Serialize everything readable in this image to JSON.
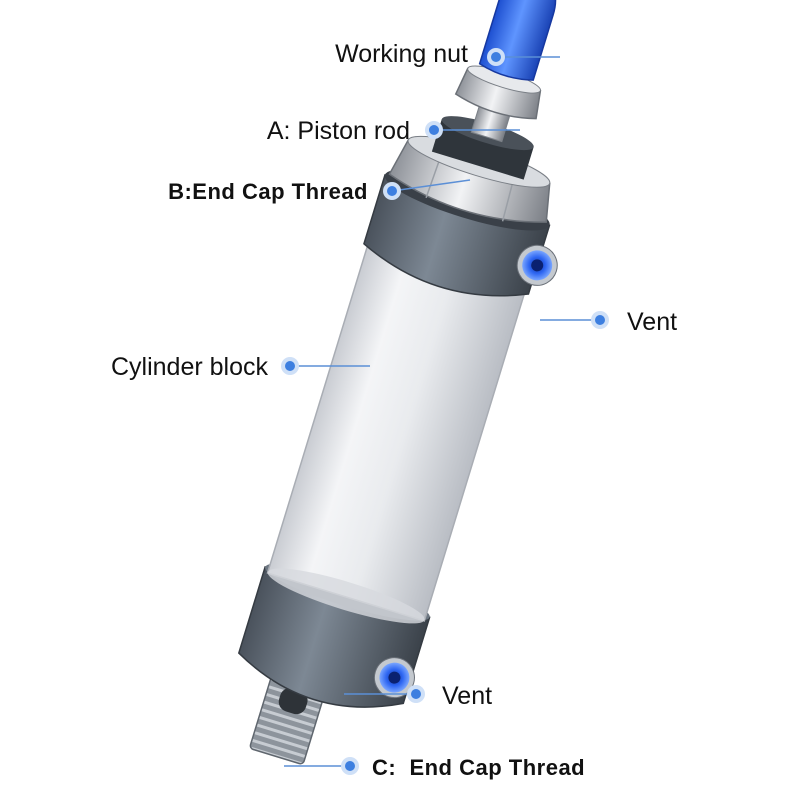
{
  "colors": {
    "accent": "#3d7fe0",
    "leader": "#5b8fd6",
    "cap_blue": "#2f6df0",
    "body_silver": "#e4e6ea",
    "end_cap_dark": "#5a6470",
    "text": "#111111"
  },
  "callouts": [
    {
      "id": "working-nut",
      "label": "Working nut"
    },
    {
      "id": "piston-rod",
      "label": "A: Piston rod"
    },
    {
      "id": "end-cap-thread-top",
      "label": "B:End Cap Thread"
    },
    {
      "id": "vent-top",
      "label": "Vent"
    },
    {
      "id": "cylinder-block",
      "label": "Cylinder block"
    },
    {
      "id": "vent-bottom",
      "label": "Vent"
    },
    {
      "id": "end-cap-thread-bottom",
      "label": "C:  End Cap Thread"
    }
  ]
}
